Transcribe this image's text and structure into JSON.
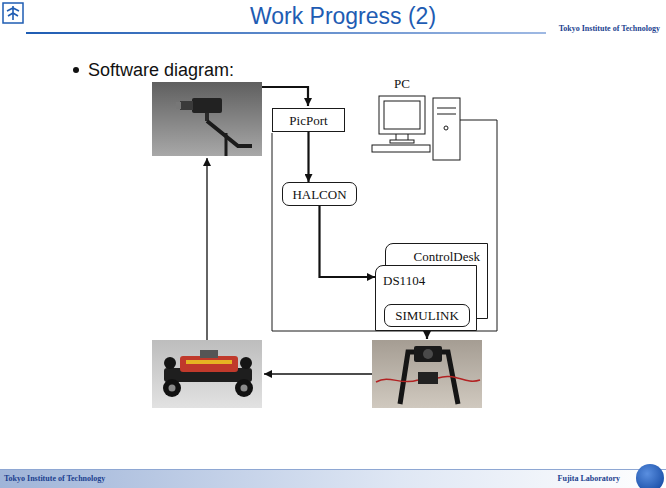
{
  "diagram": {
    "title": "Work Progress (2)",
    "nodes": [
      {
        "text": [
          "PicPort"
        ]
      },
      {
        "text": [
          "HALCON"
        ]
      },
      {
        "text": [
          "ControlDesk"
        ]
      },
      {
        "text": [
          "DS1104"
        ]
      },
      {
        "text": [
          "SIMULINK"
        ],
        "in": 3
      }
    ],
    "edges": [
      {
        "from": 0,
        "to": 1,
        "arrow": "to"
      },
      {
        "from": 1,
        "to": 3,
        "arrow": "to"
      }
    ],
    "labels": [
      "Tokyo Institute of Technology",
      "Software diagram:",
      "PC",
      "Tokyo Institute of Technology",
      "Fujita Laboratory"
    ]
  }
}
